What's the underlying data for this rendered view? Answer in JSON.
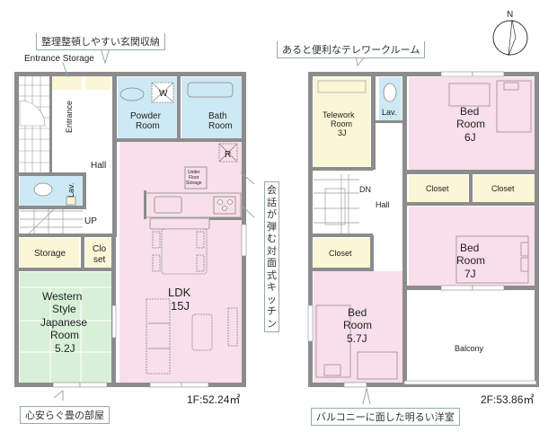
{
  "floor1": {
    "area_label": "1F:52.24㎡",
    "callouts": {
      "entrance_storage_note": "整理整頓しやすい玄関収納",
      "kitchen_note": "会話が弾む対面式キッチン",
      "tatami_note": "心安らぐ畳の部屋"
    },
    "rooms": {
      "entrance_storage": "Entrance Storage",
      "entrance": "Entrance",
      "powder_room": [
        "Powder",
        "Room"
      ],
      "washer_mark": "W",
      "bath_room": [
        "Bath",
        "Room"
      ],
      "hall": "Hall",
      "lav": "Lav.",
      "up": "UP",
      "fridge_mark": "R",
      "under_floor_storage": [
        "Under",
        "Floor",
        "Storage"
      ],
      "storage": "Storage",
      "closet": [
        "Clo",
        "set"
      ],
      "ldk": [
        "LDK",
        "15J"
      ],
      "western_japanese": [
        "Western",
        "Style",
        "Japanese",
        "Room",
        "5.2J"
      ]
    }
  },
  "floor2": {
    "area_label": "2F:53.86㎡",
    "callouts": {
      "telework_note": "あると便利なテレワークルーム",
      "balcony_bedroom_note": "バルコニーに面した明るい洋室"
    },
    "rooms": {
      "telework": [
        "Telework",
        "Room",
        "3J"
      ],
      "lav": "Lav.",
      "bed6": [
        "Bed",
        "Room",
        "6J"
      ],
      "dn": "DN",
      "hall": "Hall",
      "closet_a": "Closet",
      "closet_b": "Closet",
      "closet_c": "Closet",
      "bed7": [
        "Bed",
        "Room",
        "7J"
      ],
      "bed57": [
        "Bed",
        "Room",
        "5.7J"
      ],
      "balcony": "Balcony"
    }
  },
  "compass": {
    "north_label": "N"
  },
  "colors": {
    "wall": "#8c8c8c",
    "wet_area": "#cde9f4",
    "ldk_pink": "#f8dfe9",
    "tatami_green": "#d8efd8",
    "storage_cream": "#fbf6d6"
  }
}
